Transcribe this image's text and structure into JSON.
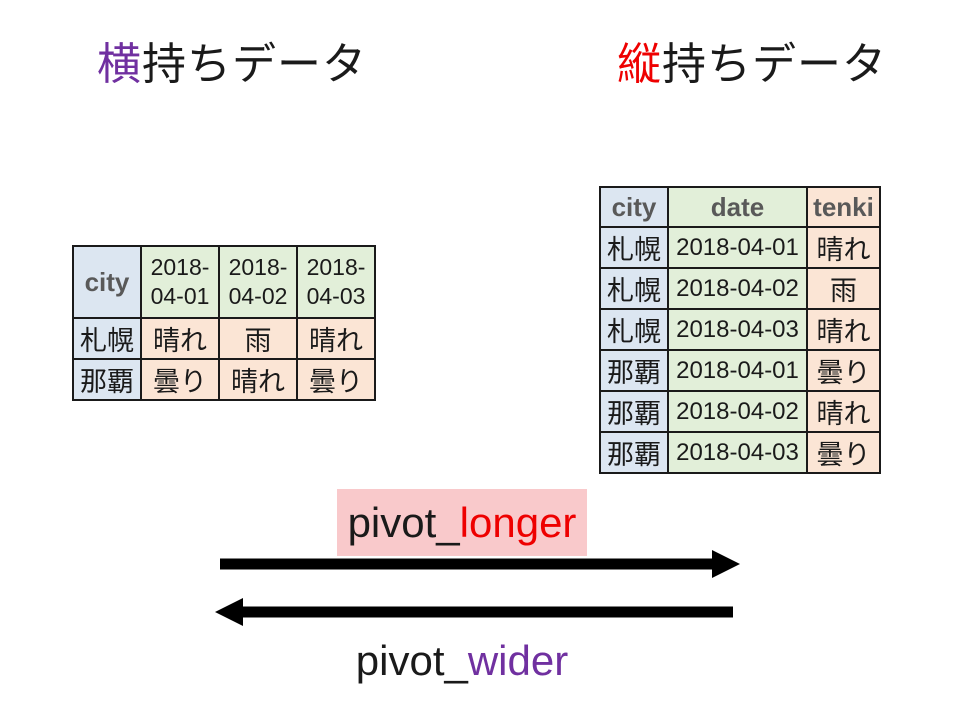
{
  "titles": {
    "left": {
      "accent": "横",
      "rest": "持ちデータ"
    },
    "right": {
      "accent": "縦",
      "rest": "持ちデータ"
    }
  },
  "wide_table": {
    "headers": [
      "city",
      "2018-\n04-01",
      "2018-\n04-02",
      "2018-\n04-03"
    ],
    "rows": [
      [
        "札幌",
        "晴れ",
        "雨",
        "晴れ"
      ],
      [
        "那覇",
        "曇り",
        "晴れ",
        "曇り"
      ]
    ]
  },
  "long_table": {
    "headers": [
      "city",
      "date",
      "tenki"
    ],
    "rows": [
      [
        "札幌",
        "2018-04-01",
        "晴れ"
      ],
      [
        "札幌",
        "2018-04-02",
        "雨"
      ],
      [
        "札幌",
        "2018-04-03",
        "晴れ"
      ],
      [
        "那覇",
        "2018-04-01",
        "曇り"
      ],
      [
        "那覇",
        "2018-04-02",
        "晴れ"
      ],
      [
        "那覇",
        "2018-04-03",
        "曇り"
      ]
    ]
  },
  "labels": {
    "pivot_longer": {
      "prefix": "pivot_",
      "suffix": "longer"
    },
    "pivot_wider": {
      "prefix": "pivot_",
      "suffix": "wider"
    }
  },
  "colors": {
    "accent_purple": "#7030A0",
    "accent_red": "#EE0000",
    "highlight_pink": "#F9C9CB",
    "cell_blue": "#DCE6F1",
    "cell_green": "#E2EFD9",
    "cell_peach": "#FBE5D5",
    "header_text_gray": "#595959",
    "arrow_black": "#000000"
  }
}
